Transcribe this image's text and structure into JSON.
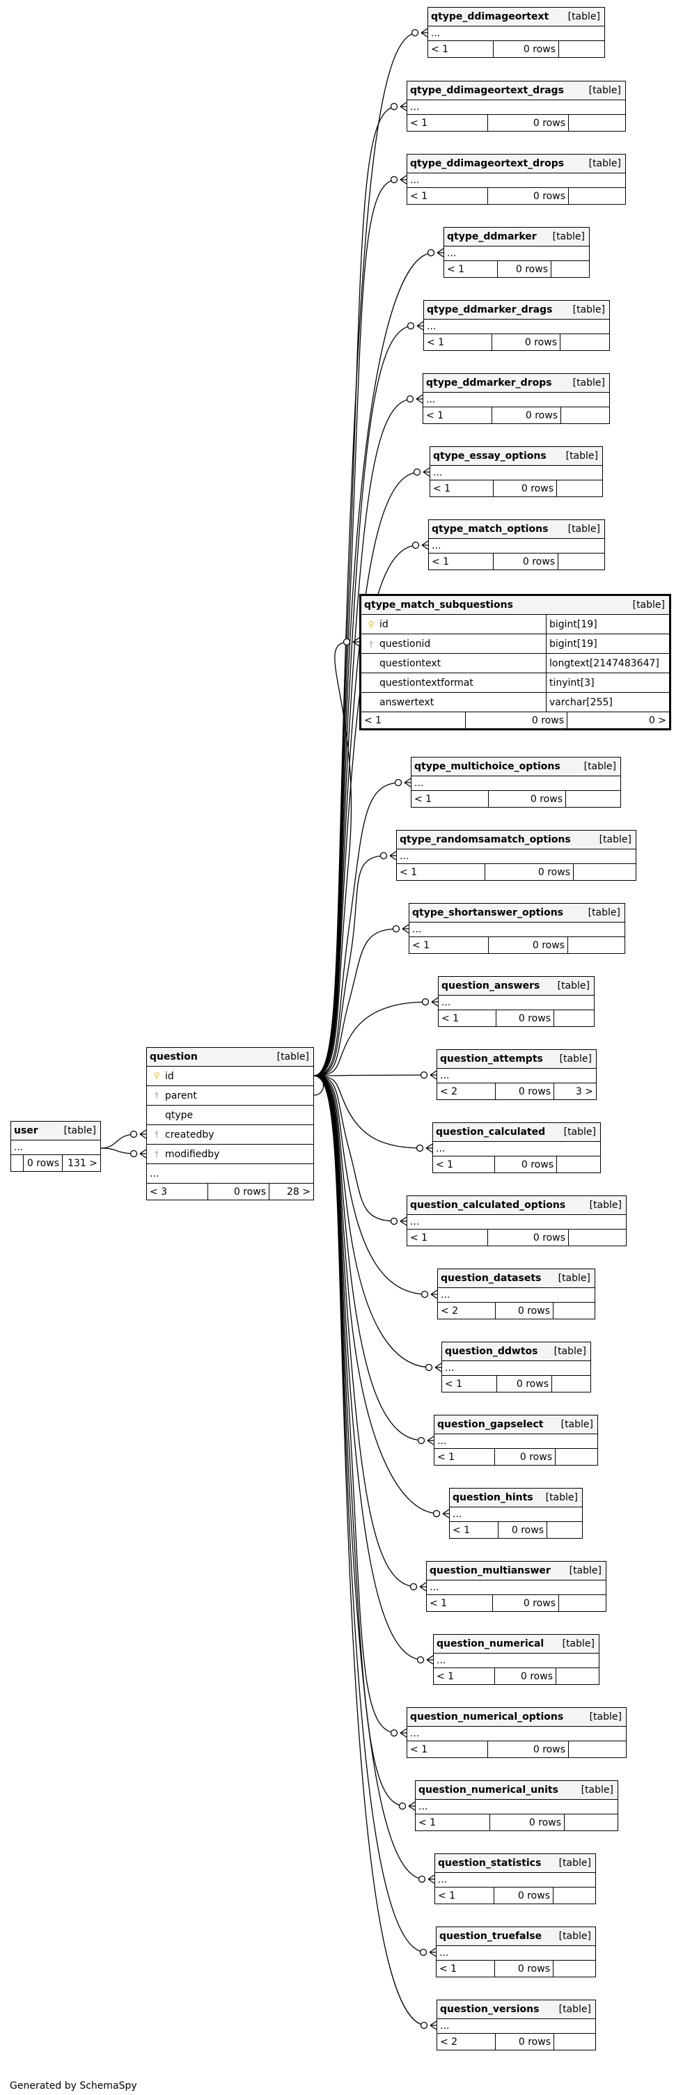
{
  "footer": "Generated by SchemaSpy",
  "tag": "[table]",
  "ellipsis": "...",
  "tables": [
    {
      "name": "qtype_ddimageortext",
      "foot": [
        "< 1",
        "0 rows",
        ""
      ]
    },
    {
      "name": "qtype_ddimageortext_drags",
      "foot": [
        "< 1",
        "0 rows",
        ""
      ]
    },
    {
      "name": "qtype_ddimageortext_drops",
      "foot": [
        "< 1",
        "0 rows",
        ""
      ]
    },
    {
      "name": "qtype_ddmarker",
      "foot": [
        "< 1",
        "0 rows",
        ""
      ]
    },
    {
      "name": "qtype_ddmarker_drags",
      "foot": [
        "< 1",
        "0 rows",
        ""
      ]
    },
    {
      "name": "qtype_ddmarker_drops",
      "foot": [
        "< 1",
        "0 rows",
        ""
      ]
    },
    {
      "name": "qtype_essay_options",
      "foot": [
        "< 1",
        "0 rows",
        ""
      ]
    },
    {
      "name": "qtype_match_options",
      "foot": [
        "< 1",
        "0 rows",
        ""
      ]
    },
    {
      "name": "qtype_match_subquestions",
      "focus": true,
      "columns": [
        {
          "name": "id",
          "key": "pk",
          "type": "bigint[19]"
        },
        {
          "name": "questionid",
          "key": "fk",
          "type": "bigint[19]"
        },
        {
          "name": "questiontext",
          "key": "",
          "type": "longtext[2147483647]"
        },
        {
          "name": "questiontextformat",
          "key": "",
          "type": "tinyint[3]"
        },
        {
          "name": "answertext",
          "key": "",
          "type": "varchar[255]"
        }
      ],
      "foot": [
        "< 1",
        "0 rows",
        "0 >"
      ]
    },
    {
      "name": "qtype_multichoice_options",
      "foot": [
        "< 1",
        "0 rows",
        ""
      ]
    },
    {
      "name": "qtype_randomsamatch_options",
      "foot": [
        "< 1",
        "0 rows",
        ""
      ]
    },
    {
      "name": "qtype_shortanswer_options",
      "foot": [
        "< 1",
        "0 rows",
        ""
      ]
    },
    {
      "name": "question_answers",
      "foot": [
        "< 1",
        "0 rows",
        ""
      ]
    },
    {
      "name": "question_attempts",
      "foot": [
        "< 2",
        "0 rows",
        "3 >"
      ]
    },
    {
      "name": "question_calculated",
      "foot": [
        "< 1",
        "0 rows",
        ""
      ]
    },
    {
      "name": "question_calculated_options",
      "foot": [
        "< 1",
        "0 rows",
        ""
      ]
    },
    {
      "name": "question_datasets",
      "foot": [
        "< 2",
        "0 rows",
        ""
      ]
    },
    {
      "name": "question_ddwtos",
      "foot": [
        "< 1",
        "0 rows",
        ""
      ]
    },
    {
      "name": "question_gapselect",
      "foot": [
        "< 1",
        "0 rows",
        ""
      ]
    },
    {
      "name": "question_hints",
      "foot": [
        "< 1",
        "0 rows",
        ""
      ]
    },
    {
      "name": "question_multianswer",
      "foot": [
        "< 1",
        "0 rows",
        ""
      ]
    },
    {
      "name": "question_numerical",
      "foot": [
        "< 1",
        "0 rows",
        ""
      ]
    },
    {
      "name": "question_numerical_options",
      "foot": [
        "< 1",
        "0 rows",
        ""
      ]
    },
    {
      "name": "question_numerical_units",
      "foot": [
        "< 1",
        "0 rows",
        ""
      ]
    },
    {
      "name": "question_statistics",
      "foot": [
        "< 1",
        "0 rows",
        ""
      ]
    },
    {
      "name": "question_truefalse",
      "foot": [
        "< 1",
        "0 rows",
        ""
      ]
    },
    {
      "name": "question_versions",
      "foot": [
        "< 2",
        "0 rows",
        ""
      ]
    },
    {
      "name": "question",
      "columns": [
        {
          "name": "id",
          "key": "pk"
        },
        {
          "name": "parent",
          "key": "fk"
        },
        {
          "name": "qtype",
          "key": ""
        },
        {
          "name": "createdby",
          "key": "fk"
        },
        {
          "name": "modifiedby",
          "key": "fk"
        }
      ],
      "more": "...",
      "foot": [
        "< 3",
        "0 rows",
        "28 >"
      ]
    },
    {
      "name": "user",
      "foot": [
        "",
        "0 rows",
        "131 >"
      ]
    }
  ]
}
